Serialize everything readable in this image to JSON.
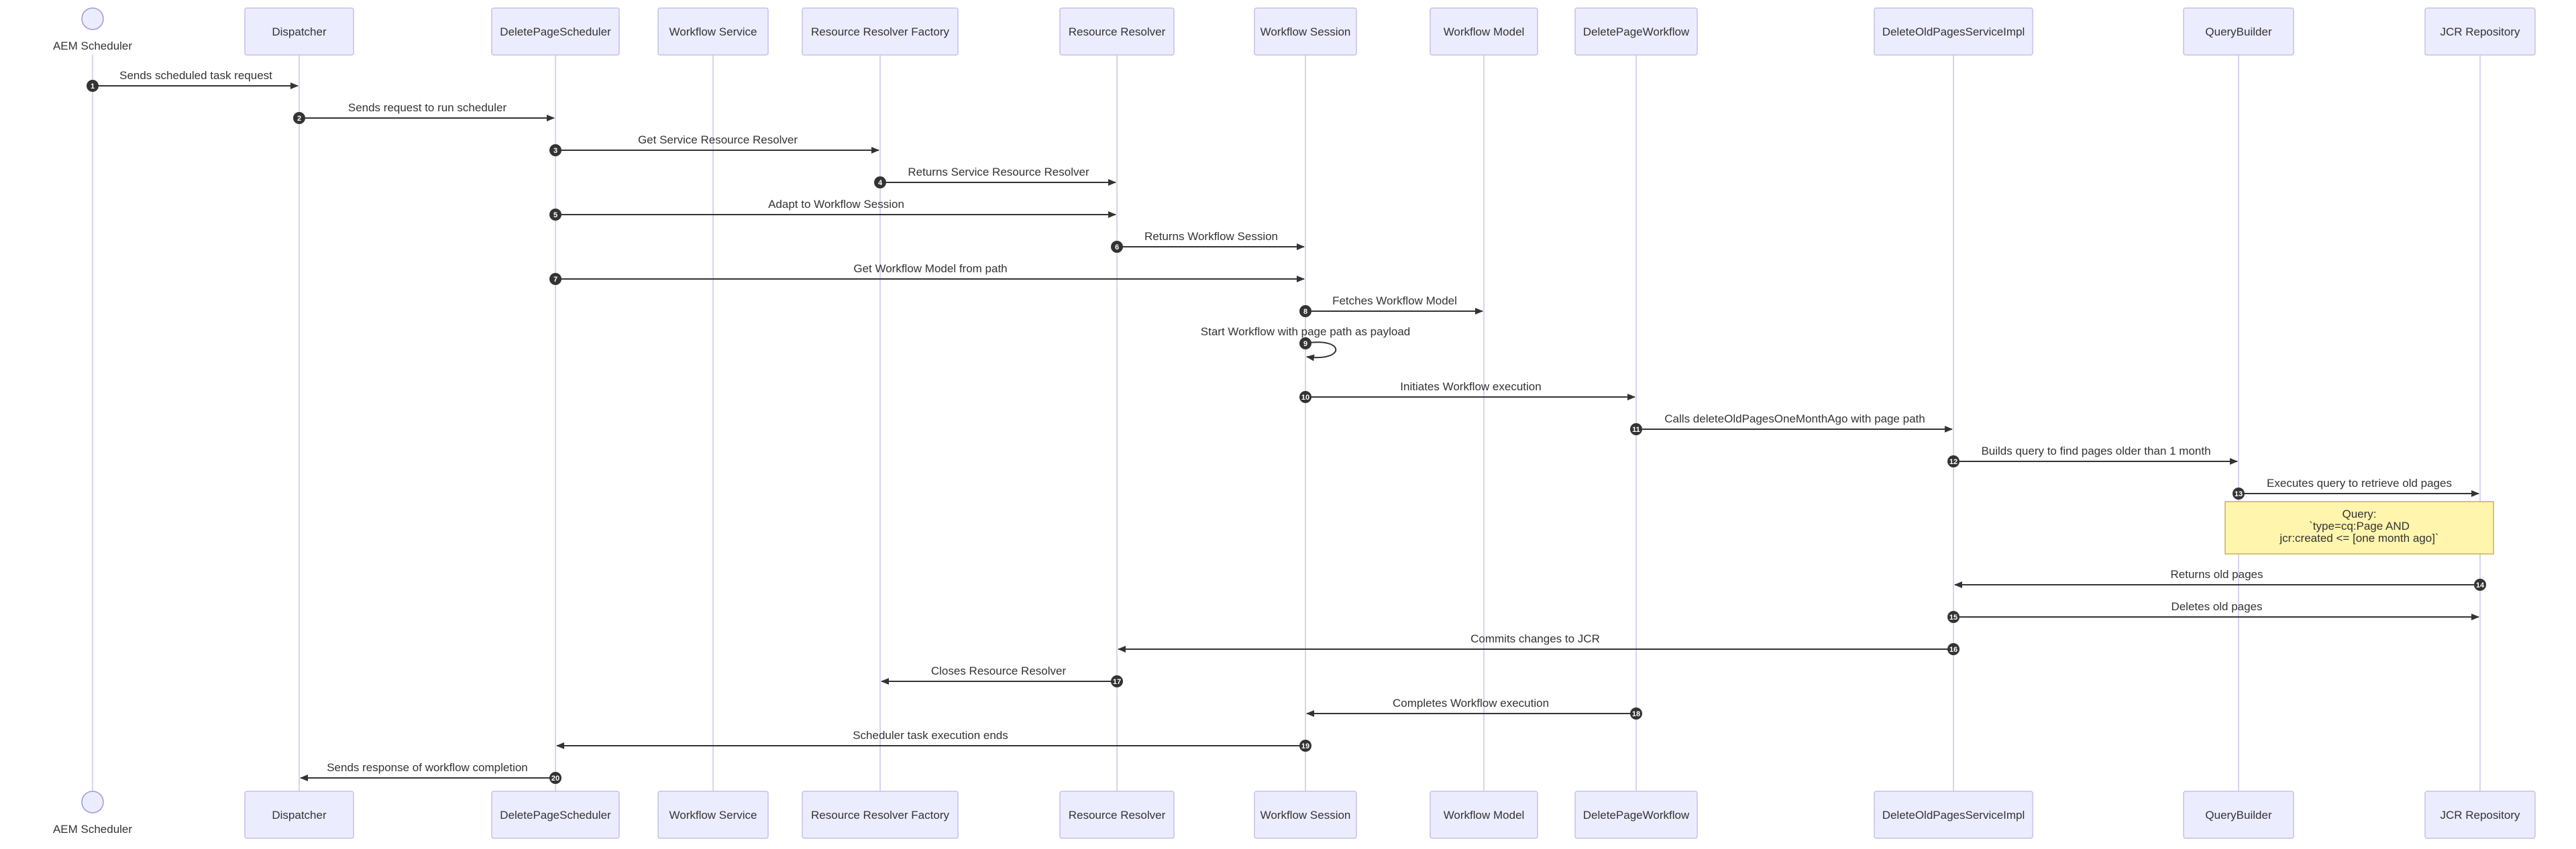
{
  "participants": [
    {
      "id": "scheduler",
      "label": "AEM Scheduler",
      "kind": "person"
    },
    {
      "id": "dispatcher",
      "label": "Dispatcher",
      "kind": "box"
    },
    {
      "id": "deletepagescheduler",
      "label": "DeletePageScheduler",
      "kind": "box"
    },
    {
      "id": "workflowservice",
      "label": "Workflow Service",
      "kind": "box"
    },
    {
      "id": "rrfactory",
      "label": "Resource Resolver Factory",
      "kind": "box"
    },
    {
      "id": "resourceresolver",
      "label": "Resource Resolver",
      "kind": "box"
    },
    {
      "id": "workflowsession",
      "label": "Workflow Session",
      "kind": "box"
    },
    {
      "id": "workflowmodel",
      "label": "Workflow Model",
      "kind": "box"
    },
    {
      "id": "deletepageworkflow",
      "label": "DeletePageWorkflow",
      "kind": "box"
    },
    {
      "id": "deleteoldpagesserviceimpl",
      "label": "DeleteOldPagesServiceImpl",
      "kind": "box"
    },
    {
      "id": "querybuilder",
      "label": "QueryBuilder",
      "kind": "box"
    },
    {
      "id": "jcrrepository",
      "label": "JCR Repository",
      "kind": "box"
    }
  ],
  "messages": [
    {
      "n": "1",
      "from": "scheduler",
      "to": "dispatcher",
      "label": "Sends scheduled task request"
    },
    {
      "n": "2",
      "from": "dispatcher",
      "to": "deletepagescheduler",
      "label": "Sends request to run scheduler"
    },
    {
      "n": "3",
      "from": "deletepagescheduler",
      "to": "rrfactory",
      "label": "Get Service Resource Resolver"
    },
    {
      "n": "4",
      "from": "rrfactory",
      "to": "resourceresolver",
      "label": "Returns Service Resource Resolver"
    },
    {
      "n": "5",
      "from": "deletepagescheduler",
      "to": "resourceresolver",
      "label": "Adapt to Workflow Session"
    },
    {
      "n": "6",
      "from": "resourceresolver",
      "to": "workflowsession",
      "label": "Returns Workflow Session"
    },
    {
      "n": "7",
      "from": "deletepagescheduler",
      "to": "workflowsession",
      "label": "Get Workflow Model from path"
    },
    {
      "n": "8",
      "from": "workflowsession",
      "to": "workflowmodel",
      "label": "Fetches Workflow Model"
    },
    {
      "n": "9",
      "from": "workflowsession",
      "to": "workflowsession",
      "label": "Start Workflow with page path as payload"
    },
    {
      "n": "10",
      "from": "workflowsession",
      "to": "deletepageworkflow",
      "label": "Initiates Workflow execution"
    },
    {
      "n": "11",
      "from": "deletepageworkflow",
      "to": "deleteoldpagesserviceimpl",
      "label": "Calls deleteOldPagesOneMonthAgo with page path"
    },
    {
      "n": "12",
      "from": "deleteoldpagesserviceimpl",
      "to": "querybuilder",
      "label": "Builds query to find pages older than 1 month"
    },
    {
      "n": "13",
      "from": "querybuilder",
      "to": "jcrrepository",
      "label": "Executes query to retrieve old pages"
    },
    {
      "n": "14",
      "from": "jcrrepository",
      "to": "deleteoldpagesserviceimpl",
      "label": "Returns old pages"
    },
    {
      "n": "15",
      "from": "deleteoldpagesserviceimpl",
      "to": "jcrrepository",
      "label": "Deletes old pages"
    },
    {
      "n": "16",
      "from": "deleteoldpagesserviceimpl",
      "to": "resourceresolver",
      "label": "Commits changes to JCR"
    },
    {
      "n": "17",
      "from": "resourceresolver",
      "to": "rrfactory",
      "label": "Closes Resource Resolver"
    },
    {
      "n": "18",
      "from": "deletepageworkflow",
      "to": "workflowsession",
      "label": "Completes Workflow execution"
    },
    {
      "n": "19",
      "from": "workflowsession",
      "to": "deletepagescheduler",
      "label": "Scheduler task execution ends"
    },
    {
      "n": "20",
      "from": "deletepagescheduler",
      "to": "dispatcher",
      "label": "Sends response of workflow completion"
    }
  ],
  "note": {
    "over": [
      "querybuilder",
      "jcrrepository"
    ],
    "lines": [
      "Query:",
      "`type=cq:Page AND",
      "jcr:created <= [one month ago]`"
    ]
  },
  "colors": {
    "actor_fill": "#ececff",
    "actor_border": "#c3c0ea",
    "lifeline": "#c9c5ea",
    "message": "#333333",
    "note_fill": "#fff5ad",
    "note_border": "#c8b34b"
  }
}
